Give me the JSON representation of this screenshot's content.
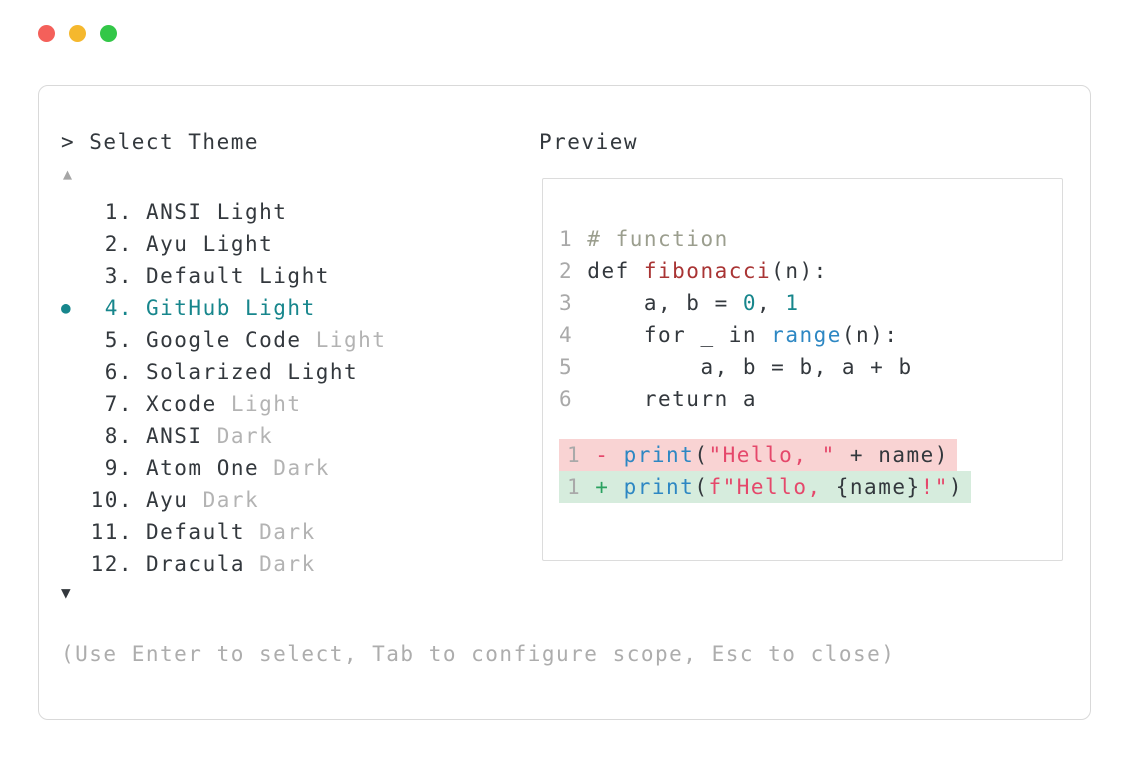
{
  "colors": {
    "text": "#33383d",
    "muted": "#b3b3b3",
    "line_number": "#a9a9a9",
    "accent": "#17868c",
    "comment": "#9b9e8e",
    "function_name": "#a93434",
    "number_literal": "#17868c",
    "builtin_blue": "#2d87c3",
    "string_red": "#e5486b",
    "diff_minus": "#e5486b",
    "diff_plus": "#2aa15f",
    "diff_del_bg": "#f9d3d3",
    "diff_ins_bg": "#d6ecdd",
    "border": "#d9d9d9",
    "traffic_red": "#f4605a",
    "traffic_yellow": "#f5b82e",
    "traffic_green": "#33c748"
  },
  "theme_picker": {
    "prompt": "> Select Theme",
    "scroll_up": "▲",
    "scroll_down": "▼",
    "selected_bullet": "●",
    "items": [
      {
        "number": "1.",
        "label": "ANSI Light",
        "suffix": "",
        "selected": false
      },
      {
        "number": "2.",
        "label": "Ayu Light",
        "suffix": "",
        "selected": false
      },
      {
        "number": "3.",
        "label": "Default Light",
        "suffix": "",
        "selected": false
      },
      {
        "number": "4.",
        "label": "GitHub Light",
        "suffix": "",
        "selected": true
      },
      {
        "number": "5.",
        "label": "Google Code",
        "suffix": "Light",
        "selected": false
      },
      {
        "number": "6.",
        "label": "Solarized Light",
        "suffix": "",
        "selected": false
      },
      {
        "number": "7.",
        "label": "Xcode",
        "suffix": "Light",
        "selected": false
      },
      {
        "number": "8.",
        "label": "ANSI",
        "suffix": "Dark",
        "selected": false
      },
      {
        "number": "9.",
        "label": "Atom One",
        "suffix": "Dark",
        "selected": false
      },
      {
        "number": "10.",
        "label": "Ayu",
        "suffix": "Dark",
        "selected": false
      },
      {
        "number": "11.",
        "label": "Default",
        "suffix": "Dark",
        "selected": false
      },
      {
        "number": "12.",
        "label": "Dracula",
        "suffix": "Dark",
        "selected": false
      }
    ],
    "help_text": "(Use Enter to select, Tab to configure scope, Esc to close)"
  },
  "preview": {
    "title": "Preview",
    "code_lines": [
      {
        "num": "1",
        "tokens": [
          {
            "t": "# function",
            "c": "comment"
          }
        ]
      },
      {
        "num": "2",
        "tokens": [
          {
            "t": "def ",
            "c": "text"
          },
          {
            "t": "fibonacci",
            "c": "function_name"
          },
          {
            "t": "(n):",
            "c": "text"
          }
        ]
      },
      {
        "num": "3",
        "tokens": [
          {
            "t": "    a, b = ",
            "c": "text"
          },
          {
            "t": "0",
            "c": "number_literal"
          },
          {
            "t": ", ",
            "c": "text"
          },
          {
            "t": "1",
            "c": "number_literal"
          }
        ]
      },
      {
        "num": "4",
        "tokens": [
          {
            "t": "    for _ in ",
            "c": "text"
          },
          {
            "t": "range",
            "c": "builtin_blue"
          },
          {
            "t": "(n):",
            "c": "text"
          }
        ]
      },
      {
        "num": "5",
        "tokens": [
          {
            "t": "        a, b = b, a + b",
            "c": "text"
          }
        ]
      },
      {
        "num": "6",
        "tokens": [
          {
            "t": "    return a",
            "c": "text"
          }
        ]
      }
    ],
    "diff_lines": [
      {
        "num": "1",
        "kind": "del",
        "tokens": [
          {
            "t": "- ",
            "c": "diff_minus"
          },
          {
            "t": "print",
            "c": "builtin_blue"
          },
          {
            "t": "(",
            "c": "text"
          },
          {
            "t": "\"Hello, \"",
            "c": "string_red"
          },
          {
            "t": " + name)",
            "c": "text"
          }
        ]
      },
      {
        "num": "1",
        "kind": "ins",
        "tokens": [
          {
            "t": "+ ",
            "c": "diff_plus"
          },
          {
            "t": "print",
            "c": "builtin_blue"
          },
          {
            "t": "(",
            "c": "text"
          },
          {
            "t": "f\"Hello, ",
            "c": "string_red"
          },
          {
            "t": "{name}",
            "c": "text"
          },
          {
            "t": "!\"",
            "c": "string_red"
          },
          {
            "t": ")",
            "c": "text"
          }
        ]
      }
    ]
  }
}
